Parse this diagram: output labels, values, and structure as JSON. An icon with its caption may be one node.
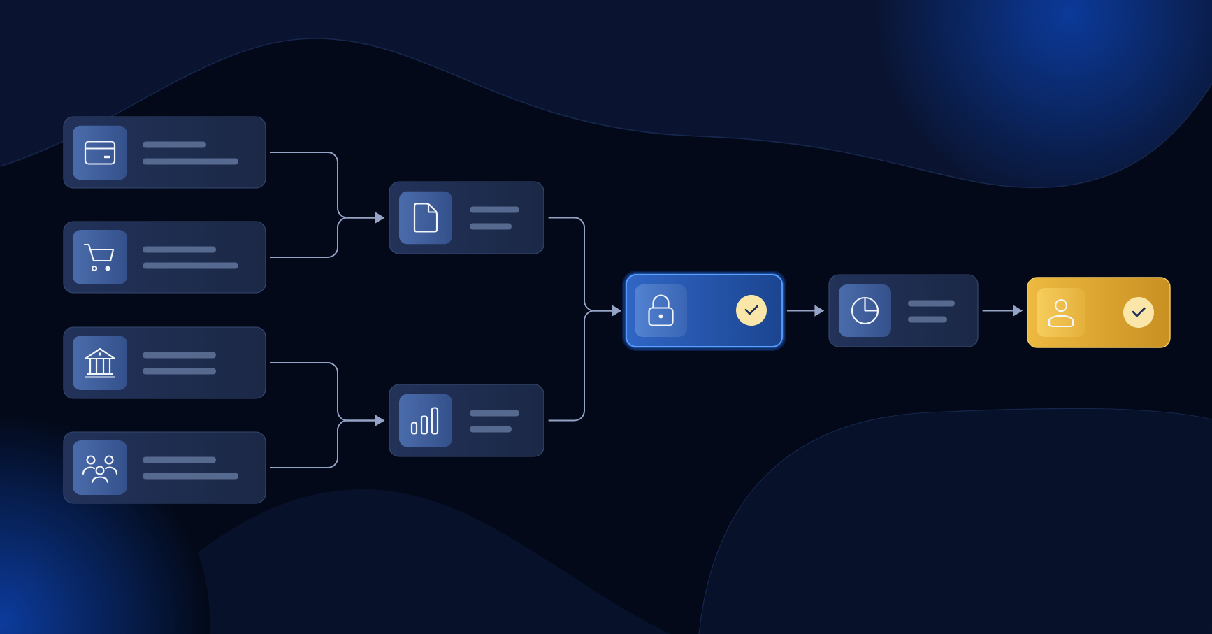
{
  "diagram": {
    "nodes": [
      {
        "text": [],
        "shape": "box"
      },
      {
        "text": [],
        "shape": "box"
      },
      {
        "text": [],
        "shape": "box"
      },
      {
        "text": [],
        "shape": "box"
      },
      {
        "text": [],
        "shape": "box"
      },
      {
        "text": [],
        "shape": "box"
      },
      {
        "text": [],
        "shape": "box"
      },
      {
        "text": [],
        "shape": "box"
      },
      {
        "text": [],
        "shape": "box"
      }
    ],
    "edges": [
      {
        "from": 0,
        "to": 4,
        "arrow": "to"
      },
      {
        "from": 1,
        "to": 4,
        "arrow": "to"
      },
      {
        "from": 2,
        "to": 5,
        "arrow": "to"
      },
      {
        "from": 3,
        "to": 5,
        "arrow": "to"
      },
      {
        "from": 4,
        "to": 6,
        "arrow": "to"
      },
      {
        "from": 5,
        "to": 6,
        "arrow": "to"
      },
      {
        "from": 6,
        "to": 7,
        "arrow": "to"
      },
      {
        "from": 7,
        "to": 8,
        "arrow": "to"
      }
    ]
  }
}
